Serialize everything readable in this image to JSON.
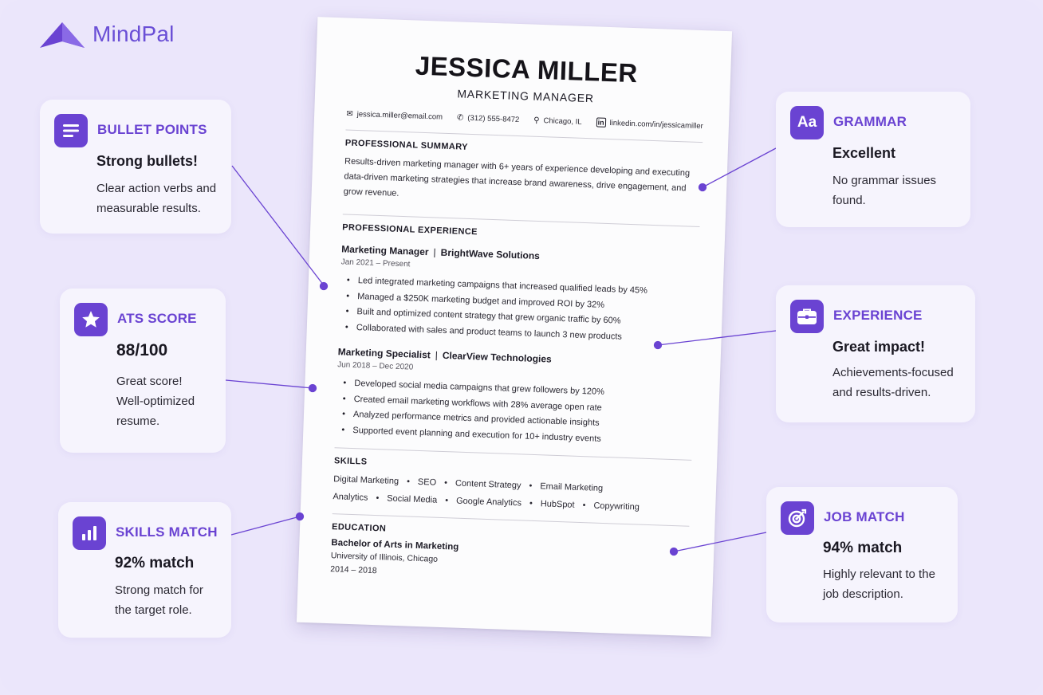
{
  "brand": {
    "name": "MindPal",
    "color": "#6a4fd6"
  },
  "accent_color": "#6a43d2",
  "resume": {
    "name": "JESSICA MILLER",
    "title": "MARKETING MANAGER",
    "contacts": {
      "email": "jessica.miller@email.com",
      "phone": "(312) 555-8472",
      "location": "Chicago, IL",
      "linkedin": "linkedin.com/in/jessicamiller"
    },
    "summary": {
      "heading": "PROFESSIONAL SUMMARY",
      "text": "Results-driven marketing manager with 6+ years of experience developing and executing data-driven marketing strategies that increase brand awareness, drive engagement, and grow revenue."
    },
    "experience": {
      "heading": "PROFESSIONAL EXPERIENCE",
      "jobs": [
        {
          "role": "Marketing Manager",
          "company": "BrightWave Solutions",
          "dates": "Jan 2021 – Present",
          "bullets": [
            "Led integrated marketing campaigns that increased qualified leads by 45%",
            "Managed a $250K marketing budget and improved ROI by 32%",
            "Built and optimized content strategy that grew organic traffic by 60%",
            "Collaborated with sales and product teams to launch 3 new products"
          ]
        },
        {
          "role": "Marketing Specialist",
          "company": "ClearView Technologies",
          "dates": "Jun 2018 – Dec 2020",
          "bullets": [
            "Developed social media campaigns that grew followers by 120%",
            "Created email marketing workflows with 28% average open rate",
            "Analyzed performance metrics and provided actionable insights",
            "Supported event planning and execution for 10+ industry events"
          ]
        }
      ]
    },
    "skills": {
      "heading": "SKILLS",
      "row1": [
        "Digital Marketing",
        "SEO",
        "Content Strategy",
        "Email Marketing"
      ],
      "row2": [
        "Analytics",
        "Social Media",
        "Google Analytics",
        "HubSpot",
        "Copywriting"
      ]
    },
    "education": {
      "heading": "EDUCATION",
      "degree": "Bachelor of Arts in Marketing",
      "school": "University of Illinois, Chicago",
      "years": "2014 – 2018"
    }
  },
  "cards": {
    "bullet_points": {
      "label": "BULLET POINTS",
      "headline": "Strong bullets!",
      "desc1": "Clear action verbs and",
      "desc2": "measurable results.",
      "icon": "list-icon"
    },
    "ats_score": {
      "label": "ATS SCORE",
      "headline": "88/100",
      "desc1": "Great score!",
      "desc2": "Well-optimized",
      "desc3": "resume.",
      "icon": "star-icon"
    },
    "skills_match": {
      "label": "SKILLS MATCH",
      "headline": "92% match",
      "desc1": "Strong match for",
      "desc2": "the target role.",
      "icon": "bar-chart-icon"
    },
    "grammar": {
      "label": "GRAMMAR",
      "headline": "Excellent",
      "icon_text": "Aa",
      "desc1": "No grammar issues",
      "desc2": "found.",
      "icon": "text-aa-icon"
    },
    "experience": {
      "label": "EXPERIENCE",
      "headline": "Great impact!",
      "desc1": "Achievements-focused",
      "desc2": "and results-driven.",
      "icon": "briefcase-icon"
    },
    "job_match": {
      "label": "JOB MATCH",
      "headline": "94% match",
      "desc1": "Highly relevant to the",
      "desc2": "job description.",
      "icon": "target-icon"
    }
  }
}
